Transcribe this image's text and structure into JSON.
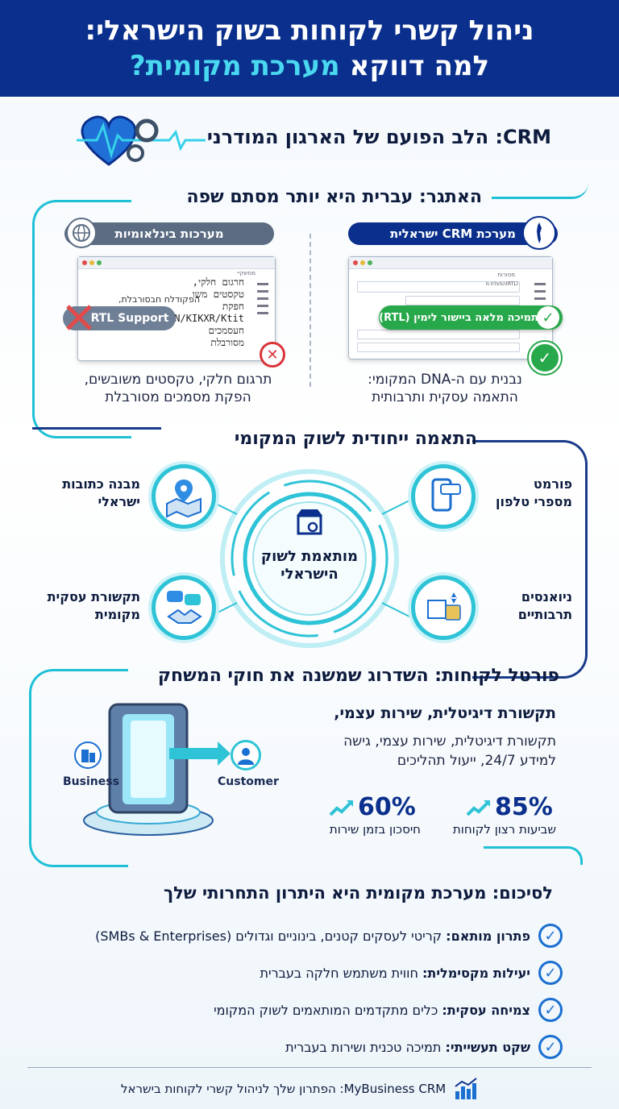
{
  "header": {
    "line1": "ניהול קשרי לקוחות בשוק הישראלי:",
    "line2_a": "למה דווקא ",
    "line2_b": "מערכת מקומית?"
  },
  "intro": {
    "title": "CRM: הלב הפועם של הארגון המודרני"
  },
  "challenge": {
    "title": "האתגר: עברית היא יותר מסתם שפה",
    "intl_pill": "מערכות בינלאומיות",
    "local_pill": "מערכת CRM ישראלית",
    "intl_badge": "RTL Support",
    "intl_garbled": [
      "חרגום חלקי,",
      "טקסטים משו",
      "הפקודלח חבסורבלת,",
      "חפקת",
      "N/KIKXR/Ktit",
      "חעסמכים",
      "מסורבלת"
    ],
    "intl_window_label": "ממשקיי",
    "local_window_label": "מסורות",
    "local_field": "הפעלת מ(RTL)",
    "local_badge": "תמיכה מלאה ביישור לימין (RTL)",
    "local_caption_1": "נבנית עם ה-DNA המקומי:",
    "local_caption_2": "התאמה עסקית ותרבותית",
    "intl_caption_1": "תרגום חלקי, טקסטים משובשים,",
    "intl_caption_2": "הפקת מסמכים מסורבלת"
  },
  "local_fit": {
    "title": "התאמה ייחודית לשוק המקומי",
    "center_1": "מותאמת לשוק",
    "center_2": "הישראלי",
    "phone_1": "פורמט",
    "phone_2": "מספרי טלפון",
    "address_1": "מבנה כתובות",
    "address_2": "ישראלי",
    "culture_1": "ניואנסים",
    "culture_2": "תרבותיים",
    "comm_1": "תקשורת עסקית",
    "comm_2": "מקומית"
  },
  "portal": {
    "title": "פורטל לקוחות: השדרוג שמשנה את חוקי המשחק",
    "heading": "תקשורת דיגיטלית, שירות עצמי,",
    "text_1": "תקשורת דיגיטלית, שירות עצמי, גישה",
    "text_2": "למידע 24/7, ייעול תהליכים",
    "business_label": "Business",
    "customer_label": "Customer",
    "stat1_value": "85%",
    "stat1_label": "שביעות רצון לקוחות",
    "stat2_value": "60%",
    "stat2_label": "חיסכון בזמן שירות"
  },
  "summary": {
    "title": "לסיכום: מערכת מקומית היא היתרון התחרותי שלך",
    "items": [
      {
        "bold": "פתרון מותאם:",
        "text": " קריטי לעסקים קטנים, בינוניים וגדולים (SMBs & Enterprises)"
      },
      {
        "bold": "יעילות מקסימלית:",
        "text": " חווית משתמש חלקה בעברית"
      },
      {
        "bold": "צמיחה עסקית:",
        "text": " כלים מתקדמים המותאמים לשוק המקומי"
      },
      {
        "bold": "שקט תעשייתי:",
        "text": " תמיכה טכנית ושירות בעברית"
      }
    ]
  },
  "footer": {
    "text": "MyBusiness CRM: הפתרון שלך לניהול קשרי לקוחות בישראל"
  },
  "colors": {
    "navy": "#0a2f8c",
    "cyan": "#2ec3d6",
    "green": "#27a84a",
    "red": "#d9343a"
  }
}
